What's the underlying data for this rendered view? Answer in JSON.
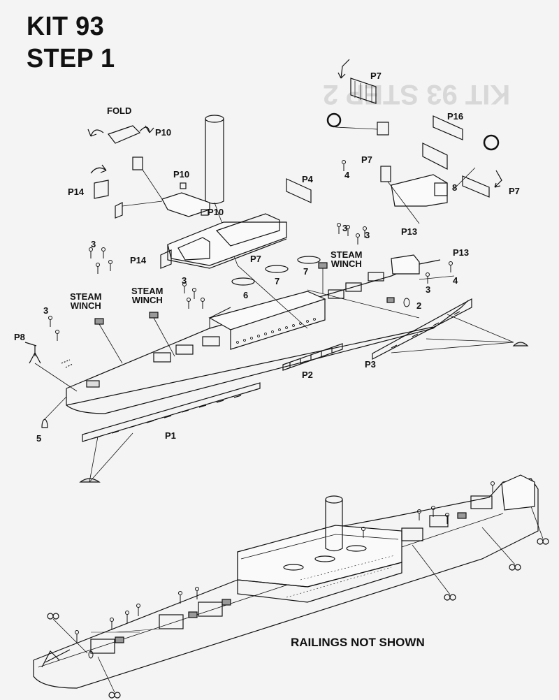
{
  "title_line1": "KIT 93",
  "title_line2": "STEP 1",
  "ghost_text": "KIT 93 STEP 2",
  "note": "RAILINGS NOT SHOWN",
  "labels": {
    "fold": "FOLD",
    "p10_a": "P10",
    "p10_b": "P10",
    "p10_c": "P10",
    "p14_a": "P14",
    "p14_b": "P14",
    "p7_top": "P7",
    "p7_mid": "P7",
    "p7_right": "P7",
    "p7_deck": "P7",
    "p16": "P16",
    "p4": "P4",
    "p13_a": "P13",
    "p13_b": "P13",
    "p8": "P8",
    "p1": "P1",
    "p2": "P2",
    "p3": "P3",
    "n4_a": "4",
    "n4_b": "4",
    "n3_a": "3",
    "n3_b": "3",
    "n3_c": "3",
    "n3_d": "3",
    "n3_e": "3",
    "n3_f": "3",
    "n6": "6",
    "n7_a": "7",
    "n7_b": "7",
    "n2": "2",
    "n5": "5",
    "n8": "8",
    "steam_winch_left_1": "STEAM",
    "steam_winch_left_2": "WINCH",
    "steam_winch_mid_1": "STEAM",
    "steam_winch_mid_2": "WINCH",
    "steam_winch_right_1": "STEAM",
    "steam_winch_right_2": "WINCH"
  },
  "colors": {
    "ink": "#111111",
    "paper": "#f4f4f4",
    "ghost": "#d8d8d8"
  }
}
